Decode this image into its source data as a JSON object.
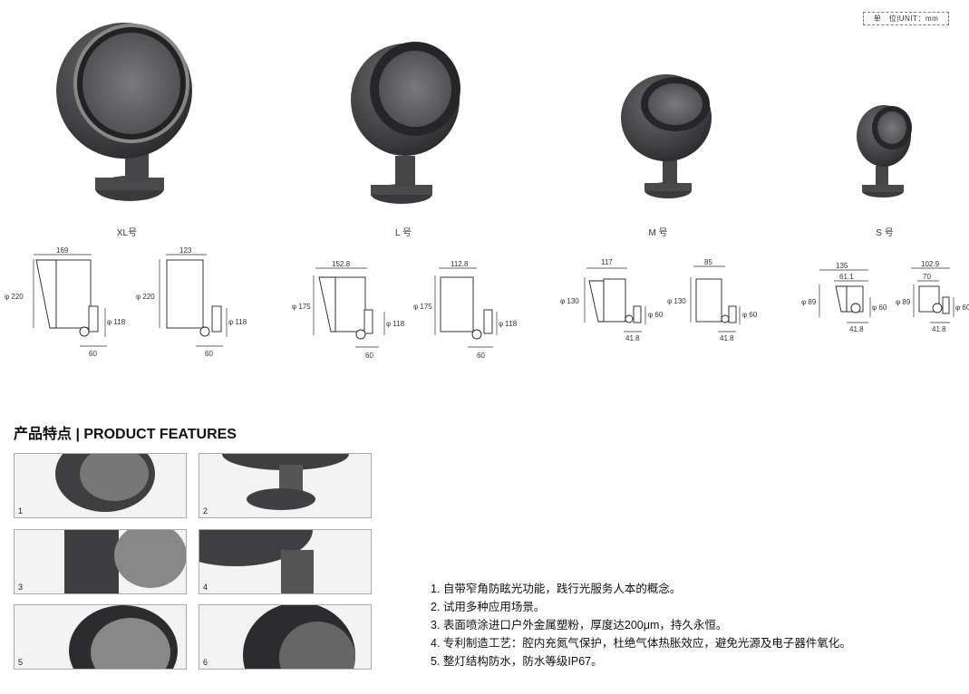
{
  "unit_label": "单　位|UNIT：mm",
  "models": [
    {
      "label": "XL号"
    },
    {
      "label": "L 号"
    },
    {
      "label": "M 号"
    },
    {
      "label": "S 号"
    }
  ],
  "dims": {
    "xl": {
      "w1": "169",
      "w2": "123",
      "h": "φ 220",
      "h2": "φ 220",
      "base": "φ 118",
      "base2": "φ 118",
      "d1": "60",
      "d2": "60"
    },
    "l": {
      "w1": "152.8",
      "w2": "112.8",
      "h": "φ 175",
      "h2": "φ 175",
      "base": "φ 118",
      "base2": "φ 118",
      "d1": "60",
      "d2": "60"
    },
    "m": {
      "w1": "117",
      "w2": "85",
      "h": "φ 130",
      "h2": "φ 130",
      "base": "φ 60",
      "base2": "φ 60",
      "d1": "41.8",
      "d2": "41.8"
    },
    "s": {
      "w1": "135",
      "w1b": "61.1",
      "w2": "102.9",
      "w2b": "70",
      "h": "φ 89",
      "h2": "φ 89",
      "base": "φ 60",
      "base2": "φ 60",
      "d1": "41.8",
      "d2": "41.8"
    }
  },
  "section_title": "产品特点 | PRODUCT FEATURES",
  "details": [
    "1",
    "2",
    "3",
    "4",
    "5",
    "6"
  ],
  "features": [
    "1. 自带窄角防眩光功能，践行光服务人本的概念。",
    "2. 试用多种应用场景。",
    "3. 表面喷涂进口户外金属塑粉，厚度达200μm，持久永恒。",
    "4. 专利制造工艺：腔内充氮气保护，杜绝气体热胀效应，避免光源及电子器件氧化。",
    "5. 整灯结构防水，防水等级IP67。"
  ],
  "colors": {
    "housing": "#4a4a4c",
    "lens": "#6a6a6e",
    "accent": "#333333"
  }
}
